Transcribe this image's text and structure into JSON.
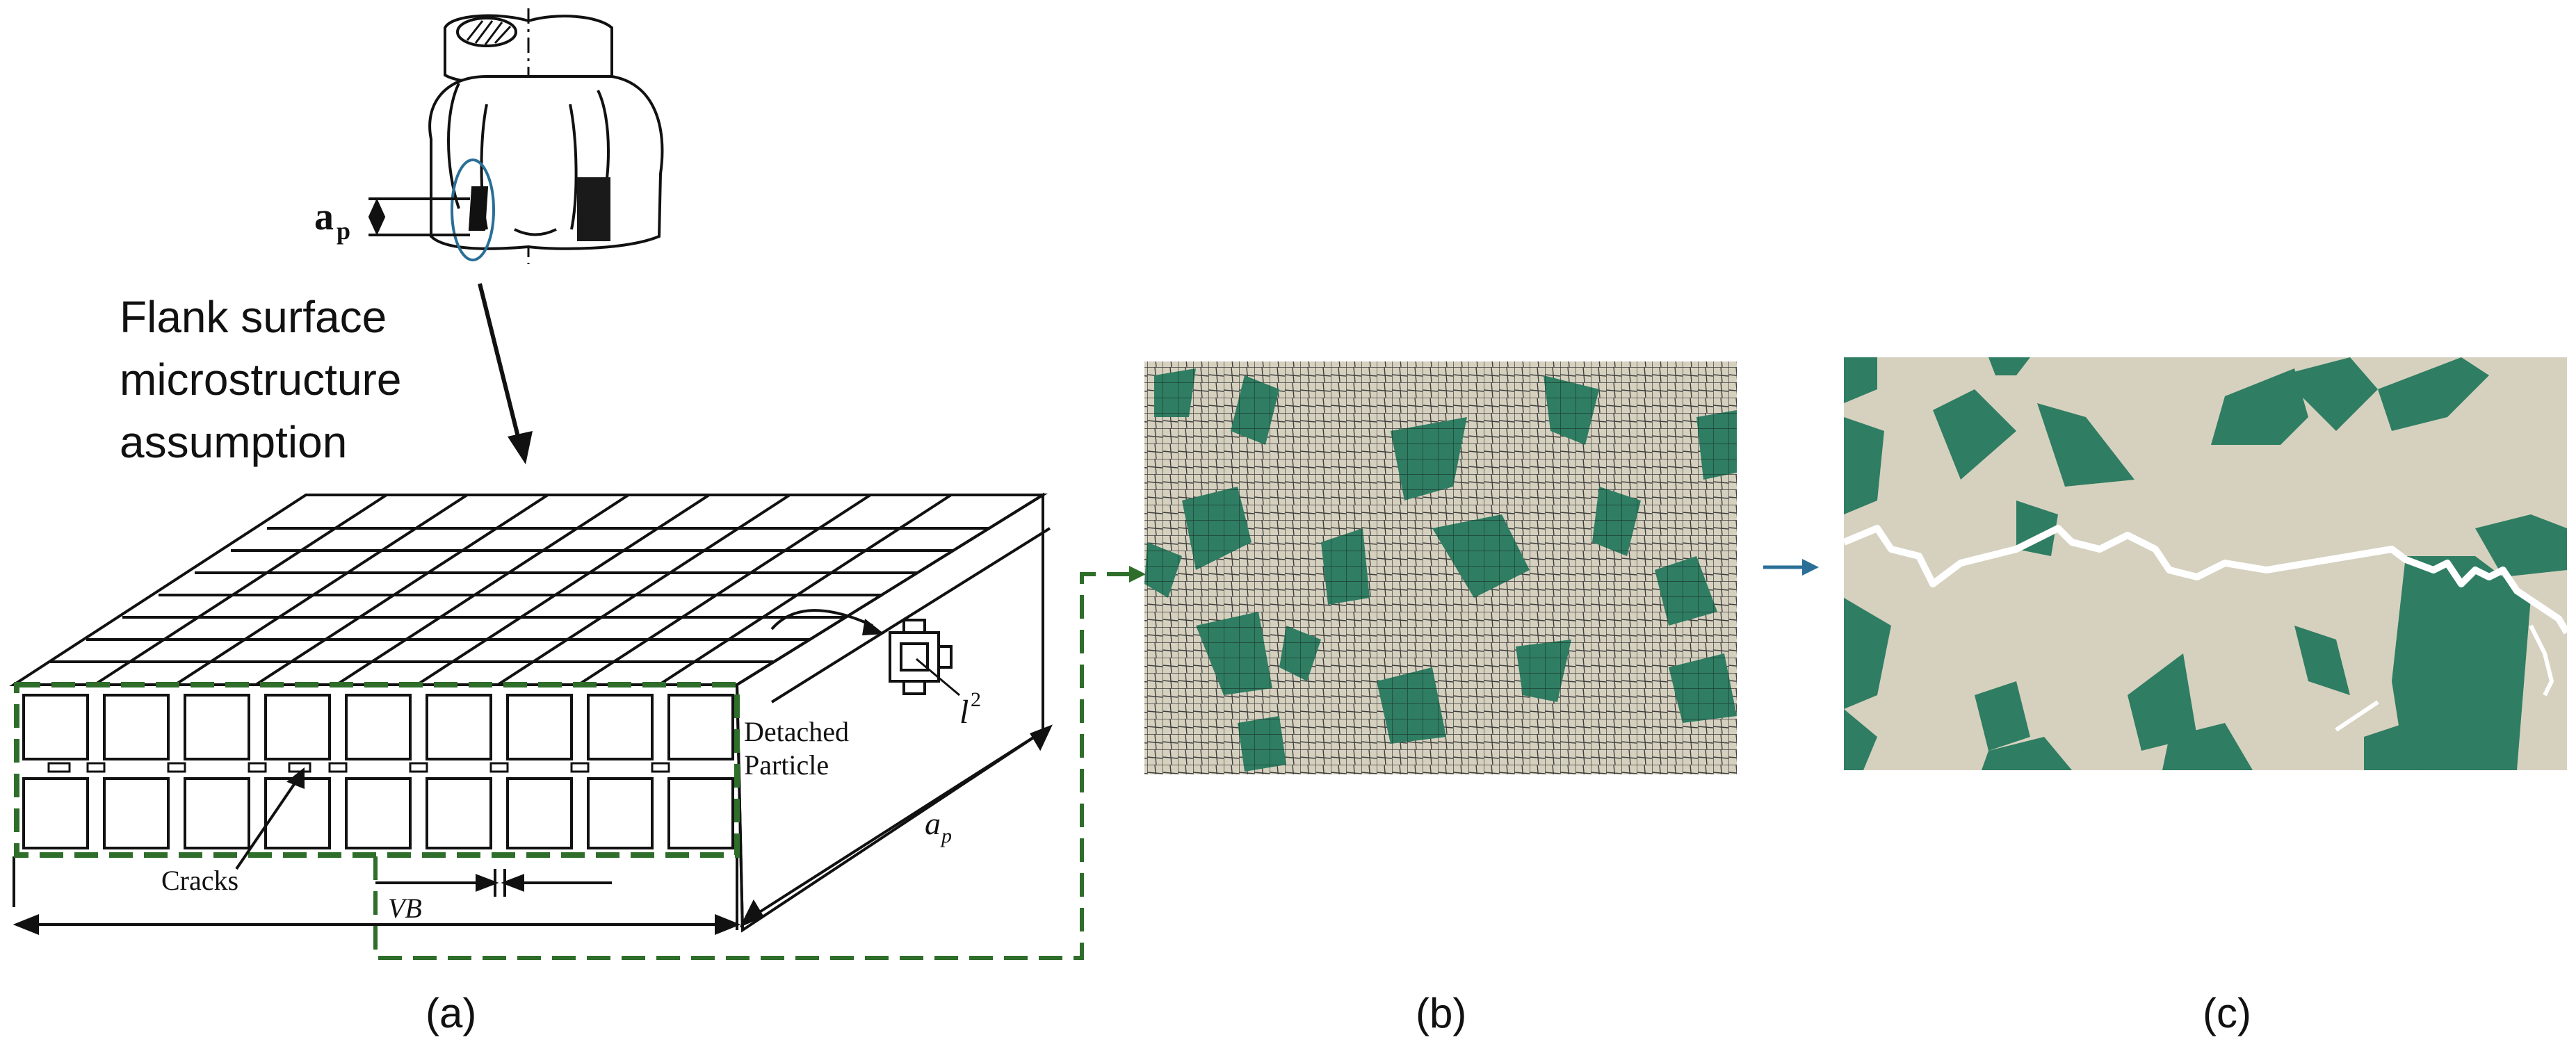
{
  "panels": [
    {
      "id": "a",
      "label": "(a)"
    },
    {
      "id": "b",
      "label": "(b)"
    },
    {
      "id": "c",
      "label": "(c)"
    }
  ],
  "tool": {
    "depth_label_main": "a",
    "depth_label_sub": "p"
  },
  "caption_lines": [
    "Flank surface",
    "microstructure",
    "assumption"
  ],
  "block": {
    "detached_particle_line1": "Detached",
    "detached_particle_line2": "Particle",
    "cracks_label": "Cracks",
    "vb_label": "VB",
    "ap_main": "a",
    "ap_sub": "p",
    "l_main": "l",
    "l_sup": "2"
  },
  "colors": {
    "dashed_outline": "#2e6e2a",
    "arrow_blue": "#2a6f97",
    "grain_green": "#2f7d62",
    "matrix_beige": "#d6d1bf",
    "mesh_line": "#3e3e3e"
  }
}
